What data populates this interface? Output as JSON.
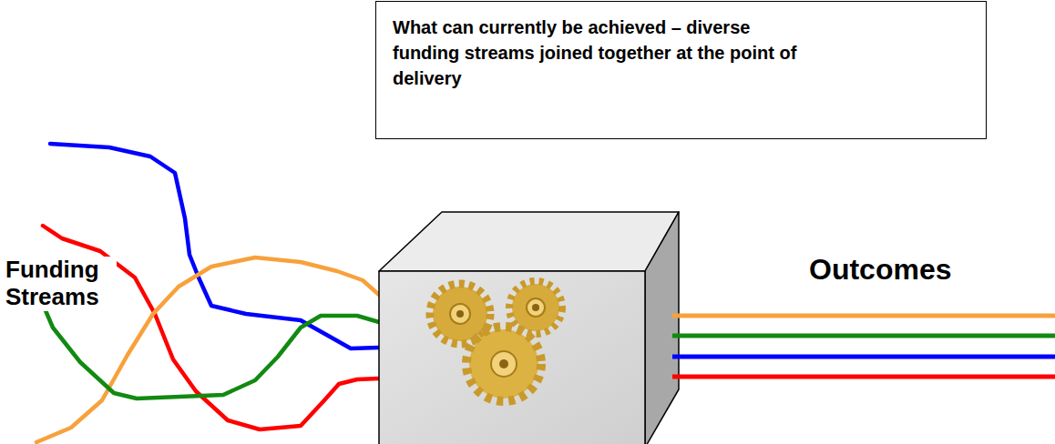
{
  "diagram": {
    "nodes": [
      {
        "text": [
          "What can currently be achieved – diverse funding streams joined together at the point of delivery"
        ]
      }
    ],
    "labels": [
      "Funding Streams",
      "Outcomes"
    ]
  }
}
